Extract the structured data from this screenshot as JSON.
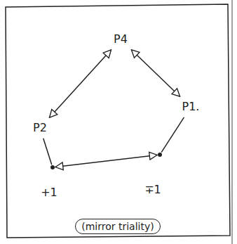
{
  "diagram": {
    "caption": "(mirror triality)",
    "nodes": [
      {
        "text": [
          "P4"
        ]
      },
      {
        "text": [
          "P2"
        ]
      },
      {
        "text": [
          "P1."
        ]
      },
      {
        "text": [
          "+1"
        ]
      },
      {
        "text": [
          "∓1"
        ]
      }
    ],
    "edges": [
      {
        "from": 0,
        "to": 1,
        "arrow": "both"
      },
      {
        "from": 0,
        "to": 2,
        "arrow": "both"
      },
      {
        "from": 1,
        "to": 3,
        "arrow": "none"
      },
      {
        "from": 2,
        "to": 4,
        "arrow": "none"
      },
      {
        "from": 3,
        "to": 4,
        "arrow": "both"
      }
    ]
  }
}
